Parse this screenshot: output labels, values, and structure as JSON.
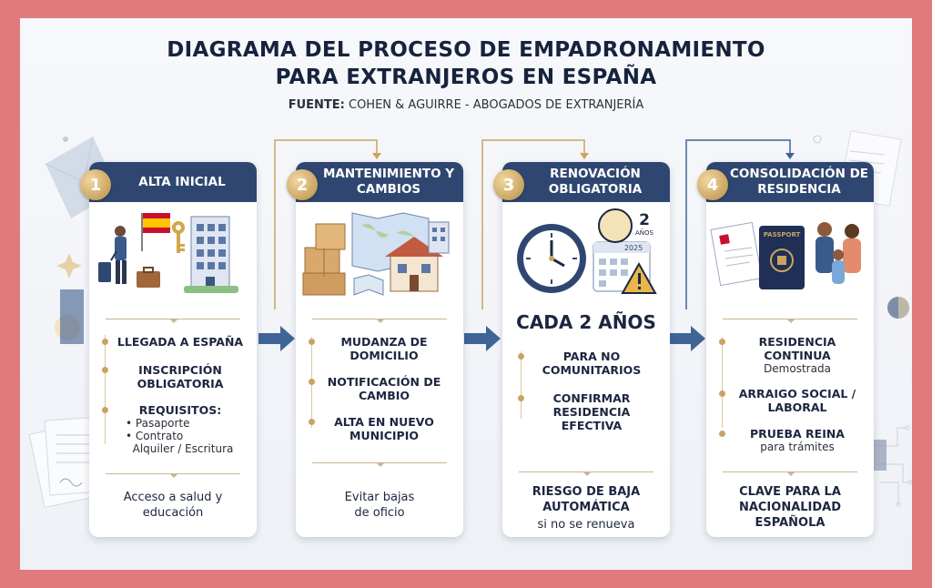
{
  "title_line1": "DIAGRAMA DEL PROCESO DE EMPADRONAMIENTO",
  "title_line2": "PARA EXTRANJEROS EN ESPAÑA",
  "source_label": "FUENTE:",
  "source_text": "COHEN & AGUIRRE - ABOGADOS DE EXTRANJERÍA",
  "cards": [
    {
      "number": "1",
      "title": "ALTA INICIAL",
      "steps": [
        "LLEGADA A ESPAÑA",
        "INSCRIPCIÓN OBLIGATORIA"
      ],
      "requirements_label": "REQUISITOS:",
      "requirements": [
        "Pasaporte",
        "Contrato",
        "Alquiler / Escritura"
      ],
      "footer": "Acceso a salud y educación"
    },
    {
      "number": "2",
      "title": "MANTENIMIENTO Y CAMBIOS",
      "steps": [
        "MUDANZA DE DOMICILIO",
        "NOTIFICACIÓN DE CAMBIO",
        "ALTA EN NUEVO MUNICIPIO"
      ],
      "footer": "Evitar bajas de oficio"
    },
    {
      "number": "3",
      "title": "RENOVACIÓN OBLIGATORIA",
      "highlight": "CADA 2 AÑOS",
      "badge_big": "2",
      "badge_small": "AÑOS",
      "calendar_year": "2025",
      "steps": [
        "PARA NO COMUNITARIOS",
        "CONFIRMAR RESIDENCIA EFECTIVA"
      ],
      "footer_bold": "RIESGO DE BAJA AUTOMÁTICA",
      "footer_sub": "si no se renueva"
    },
    {
      "number": "4",
      "title": "CONSOLIDACIÓN DE RESIDENCIA",
      "passport_label": "PASSPORT",
      "steps": [
        {
          "title": "RESIDENCIA CONTINUA",
          "sub": "Demostrada"
        },
        {
          "title": "ARRAIGO SOCIAL / LABORAL",
          "sub": ""
        },
        {
          "title": "PRUEBA REINA",
          "sub": "para trámites"
        }
      ],
      "footer": "CLAVE PARA LA NACIONALIDAD ESPAÑOLA"
    }
  ],
  "colors": {
    "header_blue": "#2f4770",
    "gold": "#c9a461",
    "arrow_blue": "#3f6596",
    "frame": "#df7b7c"
  }
}
